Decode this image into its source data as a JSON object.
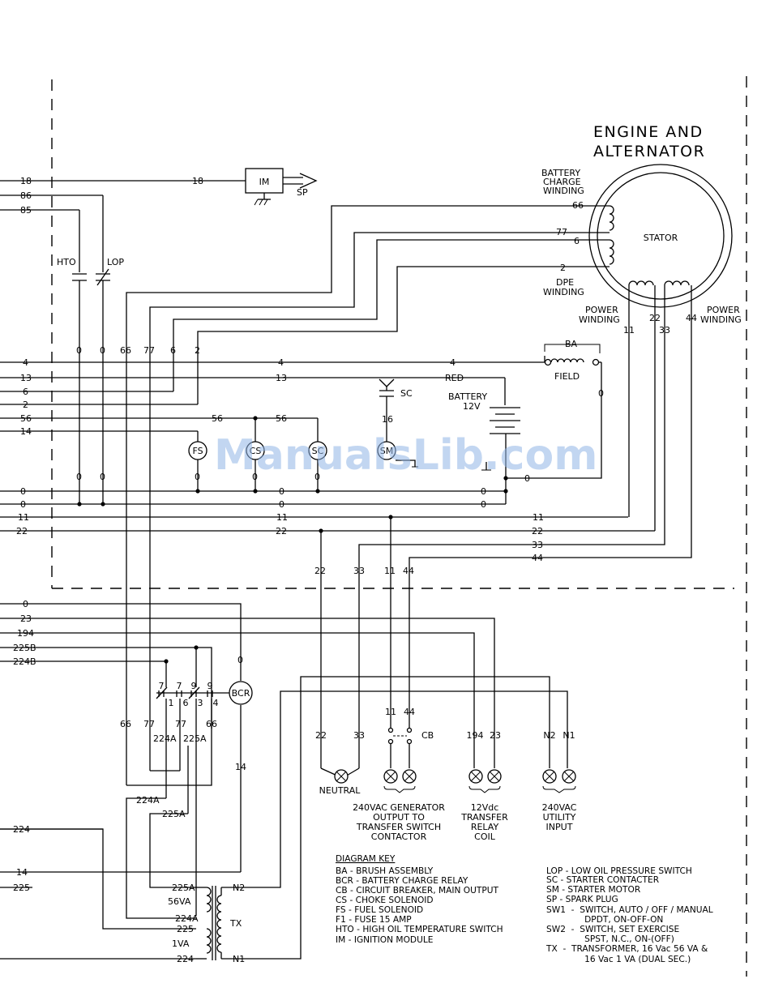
{
  "title": [
    "ENGINE AND",
    "ALTERNATOR"
  ],
  "watermark": "ManualsLib.com",
  "ignition": {
    "module": "IM",
    "plug": "SP"
  },
  "stator": {
    "label": "STATOR",
    "battery_charge_winding": [
      "BATTERY",
      "CHARGE",
      "WINDING"
    ],
    "dpe_winding": [
      "DPE",
      "WINDING"
    ],
    "power_winding_left": [
      "POWER",
      "WINDING"
    ],
    "power_winding_right": [
      "POWER",
      "WINDING"
    ]
  },
  "field": {
    "label": "FIELD",
    "brush": "BA"
  },
  "battery": [
    "BATTERY",
    "12V"
  ],
  "starter_contactor": "SC",
  "sensors": {
    "hto": "HTO",
    "lop": "LOP"
  },
  "solenoids": [
    "FS",
    "CS",
    "SC",
    "SM"
  ],
  "relays": {
    "bcr": "BCR"
  },
  "circuit_breaker": "CB",
  "transformer": {
    "label": "TX",
    "upper": "56VA",
    "lower": "1VA"
  },
  "relay_contacts": {
    "top": [
      "7",
      "7",
      "9",
      "9"
    ],
    "bottom": [
      "1",
      "6",
      "3",
      "4"
    ]
  },
  "wires": [
    "18",
    "86",
    "85",
    "4",
    "13",
    "6",
    "2",
    "56",
    "14",
    "0",
    "11",
    "22",
    "33",
    "44",
    "66",
    "77",
    "23",
    "194",
    "225B",
    "224B",
    "224",
    "225",
    "224A",
    "225A",
    "N1",
    "N2",
    "16",
    "RED"
  ],
  "connectors": [
    {
      "label": [
        "NEUTRAL"
      ],
      "pins": [
        "22",
        "33"
      ]
    },
    {
      "label": [
        "240VAC GENERATOR",
        "OUTPUT TO",
        "TRANSFER SWITCH",
        "CONTACTOR"
      ],
      "pins": [
        "11",
        "44"
      ]
    },
    {
      "label": [
        "12Vdc",
        "TRANSFER",
        "RELAY",
        "COIL"
      ],
      "pins": [
        "194",
        "23"
      ]
    },
    {
      "label": [
        "240VAC",
        "UTILITY",
        "INPUT"
      ],
      "pins": [
        "N2",
        "N1"
      ]
    }
  ],
  "diagram_key": {
    "title": "DIAGRAM KEY",
    "left": [
      "BA  -  BRUSH ASSEMBLY",
      "BCR  -  BATTERY CHARGE RELAY",
      "CB  -  CIRCUIT BREAKER, MAIN OUTPUT",
      "CS  -  CHOKE SOLENOID",
      "FS   -  FUEL SOLENOID",
      "F1   -  FUSE 15 AMP",
      "HTO  -  HIGH OIL TEMPERATURE SWITCH",
      "IM  -  IGNITION MODULE"
    ],
    "right": [
      "LOP  -  LOW OIL PRESSURE SWITCH",
      "SC  -  STARTER CONTACTER",
      "SM  -  STARTER MOTOR",
      "SP  -  SPARK PLUG",
      "SW1  -  SWITCH, AUTO / OFF / MANUAL",
      "              DPDT, ON-OFF-ON",
      "SW2  -  SWITCH, SET EXERCISE",
      "              SPST, N.C., ON-(OFF)",
      "TX  -  TRANSFORMER, 16 Vac 56 VA &",
      "              16 Vac 1 VA (DUAL SEC.)"
    ]
  }
}
